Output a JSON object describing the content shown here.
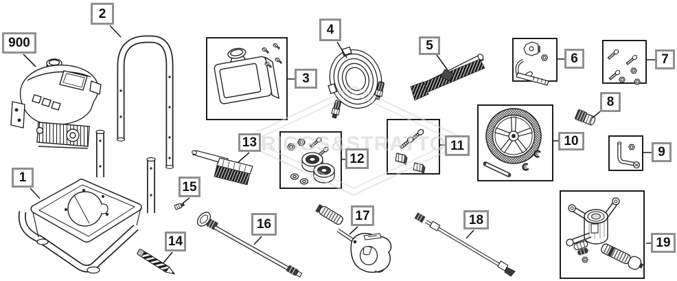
{
  "watermark": {
    "text": "BRIGGS&STRATTON",
    "registered_mark": "®"
  },
  "callouts": [
    {
      "label": "900",
      "part": "engine"
    },
    {
      "label": "1",
      "part": "frame-base"
    },
    {
      "label": "2",
      "part": "handle"
    },
    {
      "label": "3",
      "part": "detergent-tank-kit"
    },
    {
      "label": "4",
      "part": "high-pressure-hose"
    },
    {
      "label": "5",
      "part": "brush-attachment"
    },
    {
      "label": "6",
      "part": "handle-knob-hardware-kit"
    },
    {
      "label": "7",
      "part": "bolt-and-nut-kit"
    },
    {
      "label": "8",
      "part": "hose-adapter"
    },
    {
      "label": "9",
      "part": "chemical-tube-kit"
    },
    {
      "label": "10",
      "part": "wheel-kit"
    },
    {
      "label": "11",
      "part": "fastener-clip-kit"
    },
    {
      "label": "12",
      "part": "foot-hardware-kit"
    },
    {
      "label": "13",
      "part": "cleaning-brush"
    },
    {
      "label": "14",
      "part": "nozzle-cleaning-tool"
    },
    {
      "label": "15",
      "part": "nozzle-tip"
    },
    {
      "label": "16",
      "part": "spray-wand"
    },
    {
      "label": "17",
      "part": "spray-gun"
    },
    {
      "label": "18",
      "part": "extension-lance"
    },
    {
      "label": "19",
      "part": "pump-assembly"
    }
  ]
}
